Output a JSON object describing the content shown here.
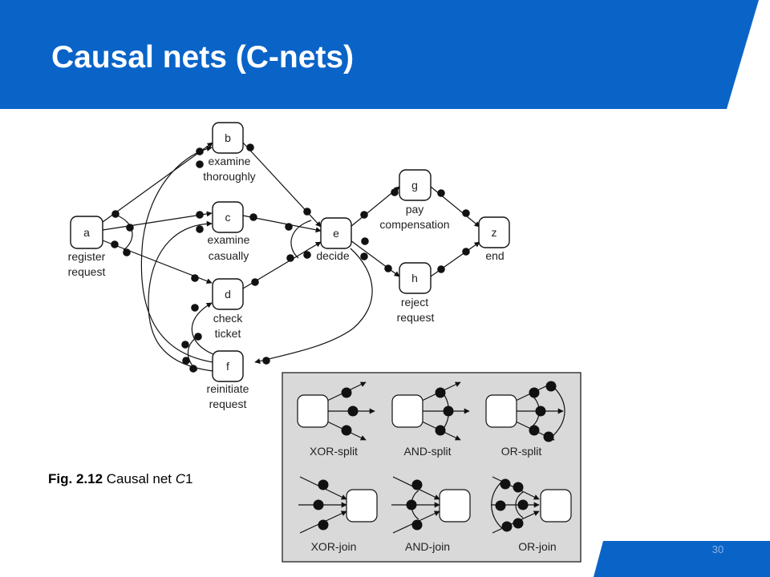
{
  "slide": {
    "title": "Causal nets (C-nets)",
    "caption_fig": "Fig. 2.12",
    "caption_text": " Causal net ",
    "caption_name": "C",
    "caption_sub": "1",
    "page_number": "30"
  },
  "colors": {
    "banner": "#0a64c8",
    "footer": "#0a64c8",
    "legend_bg": "#d9d9d9",
    "line": "#111111"
  },
  "activities": [
    {
      "id": "a",
      "letter": "a",
      "label": [
        "register",
        "request"
      ]
    },
    {
      "id": "b",
      "letter": "b",
      "label": [
        "examine",
        "thoroughly"
      ]
    },
    {
      "id": "c",
      "letter": "c",
      "label": [
        "examine",
        "casually"
      ]
    },
    {
      "id": "d",
      "letter": "d",
      "label": [
        "check",
        "ticket"
      ]
    },
    {
      "id": "e",
      "letter": "e",
      "label": [
        "decide"
      ]
    },
    {
      "id": "f",
      "letter": "f",
      "label": [
        "reinitiate",
        "request"
      ]
    },
    {
      "id": "g",
      "letter": "g",
      "label": [
        "pay",
        "compensation"
      ]
    },
    {
      "id": "h",
      "letter": "h",
      "label": [
        "reject",
        "request"
      ]
    },
    {
      "id": "z",
      "letter": "z",
      "label": [
        "end"
      ]
    }
  ],
  "legend": {
    "split_labels": [
      "XOR-split",
      "AND-split",
      "OR-split"
    ],
    "join_labels": [
      "XOR-join",
      "AND-join",
      "OR-join"
    ]
  }
}
